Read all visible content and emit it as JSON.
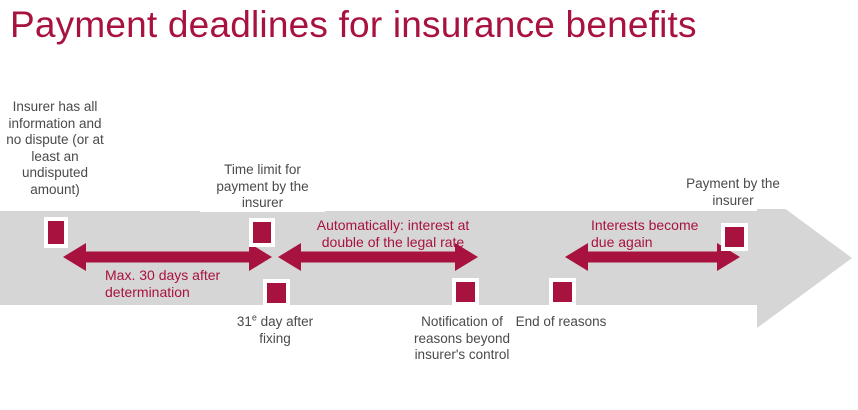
{
  "title": "Payment deadlines for insurance benefits",
  "colors": {
    "accent": "#A8123E",
    "band": "#D6D6D6",
    "label_text": "#4a4a4a",
    "background": "#FFFFFF"
  },
  "timeline": {
    "top_labels": [
      {
        "id": "insurer-has-all-information",
        "text": "Insurer has all information and no dispute (or at least an undisputed amount)"
      },
      {
        "id": "time-limit-for-payment",
        "text": "Time limit for payment by the insurer"
      },
      {
        "id": "payment-by-the-insurer",
        "text": "Payment by the insurer"
      }
    ],
    "bottom_labels": [
      {
        "id": "31e-day-after-fixing",
        "text_before": "31",
        "ordinal": "e",
        "text_after": " day after fixing"
      },
      {
        "id": "notification-of-reasons",
        "text": "Notification of reasons beyond insurer's control"
      },
      {
        "id": "end-of-reasons",
        "text": "End of reasons"
      }
    ],
    "arrow_labels": [
      {
        "id": "max-30-days-after-determination",
        "text": "Max. 30 days after determination"
      },
      {
        "id": "automatically-interest-double-legal-rate",
        "text": "Automatically: interest at double of the legal rate"
      },
      {
        "id": "interests-become-due-again",
        "text": "Interests become due again"
      }
    ],
    "milestones": [
      {
        "id": "milestone-1",
        "position": "top"
      },
      {
        "id": "milestone-2",
        "position": "top"
      },
      {
        "id": "milestone-3",
        "position": "bottom"
      },
      {
        "id": "milestone-4",
        "position": "bottom"
      },
      {
        "id": "milestone-5",
        "position": "bottom"
      },
      {
        "id": "milestone-6",
        "position": "top"
      }
    ]
  }
}
